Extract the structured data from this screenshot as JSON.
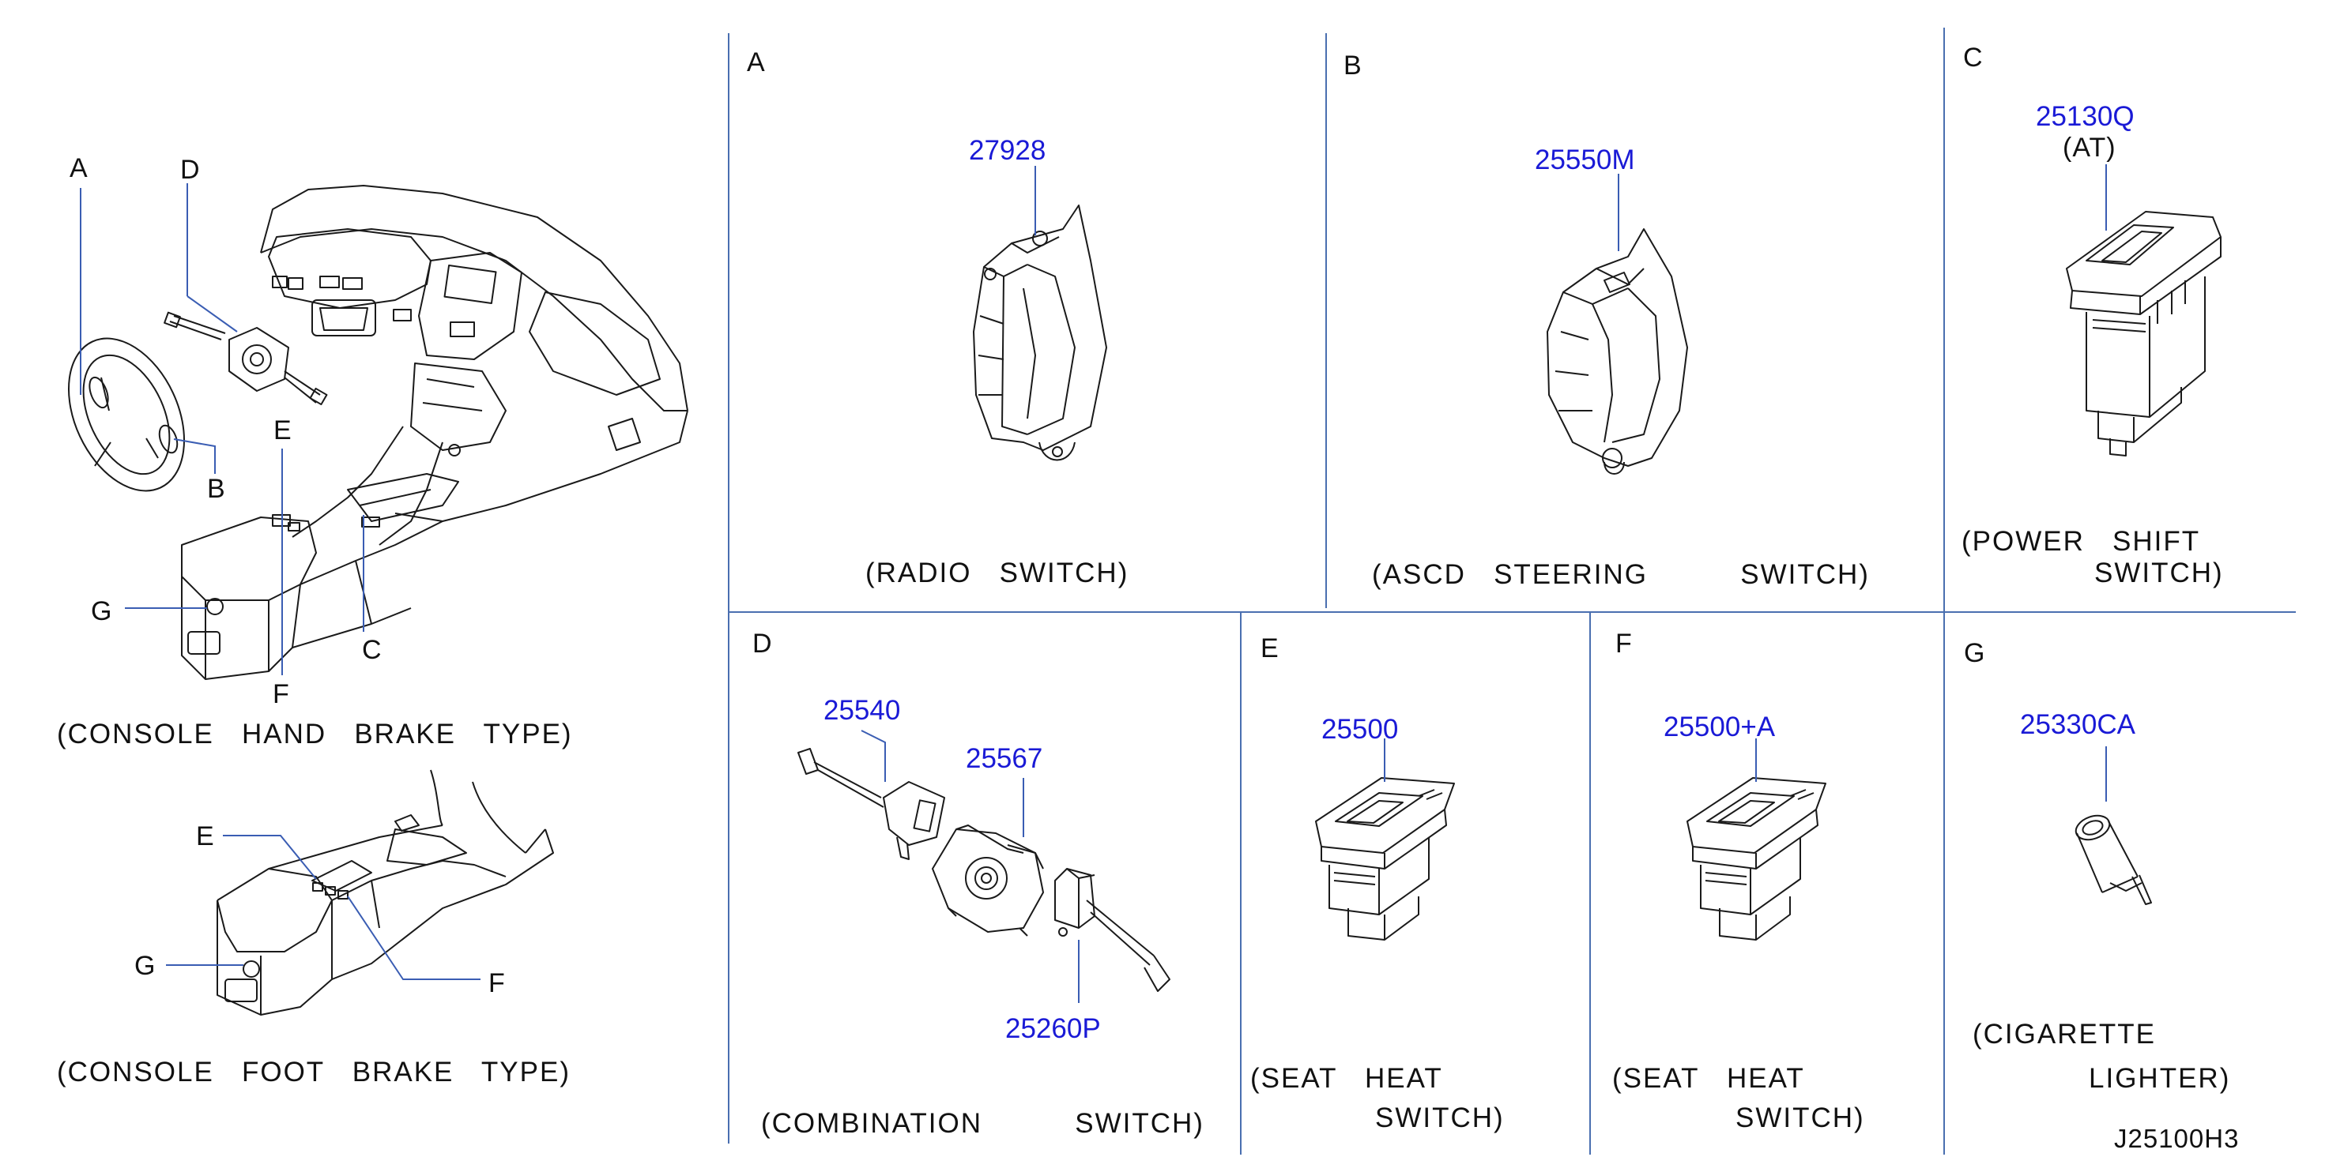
{
  "colors": {
    "part_number": "#1a1ad6",
    "divider": "#4a6fb0",
    "leader": "#3a5db3",
    "drawing": "#1a1a1a"
  },
  "overview": {
    "letters": {
      "A": "A",
      "B": "B",
      "C": "C",
      "D": "D",
      "E": "E",
      "F": "F",
      "G": "G"
    },
    "caption_hand": "(CONSOLE   HAND   BRAKE   TYPE)",
    "foot_letters": {
      "E": "E",
      "F": "F",
      "G": "G"
    },
    "caption_foot": "(CONSOLE   FOOT   BRAKE   TYPE)"
  },
  "panels": {
    "A": {
      "letter": "A",
      "parts": [
        "27928"
      ],
      "caption": "(RADIO   SWITCH)",
      "icon": "radio-switch-icon"
    },
    "B": {
      "letter": "B",
      "parts": [
        "25550M"
      ],
      "caption": "(ASCD   STEERING          SWITCH)",
      "icon": "ascd-steering-switch-icon"
    },
    "C": {
      "letter": "C",
      "parts": [
        "25130Q"
      ],
      "note": "(AT)",
      "caption_lines": [
        "(POWER   SHIFT",
        "SWITCH)"
      ],
      "icon": "power-shift-switch-icon"
    },
    "D": {
      "letter": "D",
      "parts": [
        "25540",
        "25567",
        "25260P"
      ],
      "caption": "(COMBINATION          SWITCH)",
      "icon": "combination-switch-icon"
    },
    "E": {
      "letter": "E",
      "parts": [
        "25500"
      ],
      "caption_lines": [
        "(SEAT   HEAT",
        "SWITCH)"
      ],
      "icon": "seat-heat-switch-icon"
    },
    "F": {
      "letter": "F",
      "parts": [
        "25500+A"
      ],
      "caption_lines": [
        "(SEAT   HEAT",
        "SWITCH)"
      ],
      "icon": "seat-heat-switch-icon"
    },
    "G": {
      "letter": "G",
      "parts": [
        "25330CA"
      ],
      "caption_lines": [
        "(CIGARETTE",
        "LIGHTER)"
      ],
      "icon": "cigarette-lighter-icon"
    }
  },
  "diagram_code": "J25100H3"
}
